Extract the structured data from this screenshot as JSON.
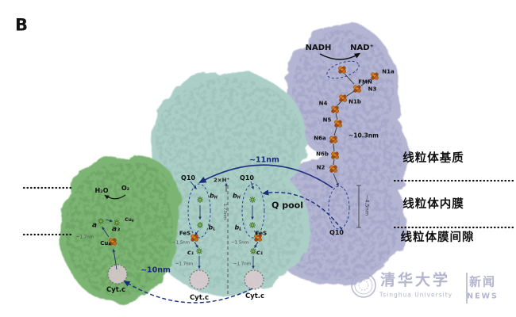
{
  "panel": {
    "label": "B"
  },
  "membrane": {
    "matrix": "线粒体基质",
    "inner": "线粒体内膜",
    "intermembrane": "线粒体膜间隙"
  },
  "complex1": {
    "nadh": "NADH",
    "nad": "NAD⁺",
    "fmn": "FMN",
    "n1a": "N1a",
    "n3": "N3",
    "n1b": "N1b",
    "n4": "N4",
    "n5": "N5",
    "n6a": "N6a",
    "n6b": "N6b",
    "n2": "N2",
    "arm_length": "~10.3nm",
    "q10": "Q10",
    "q10_depth": "~4.5nm"
  },
  "complex3": {
    "q10_left": "Q10",
    "q10_right": "Q10",
    "q_pool": "Q pool",
    "protons": "2×H⁺",
    "heme_bh_base": "b",
    "heme_bh_sub": "H",
    "heme_bl_base": "b",
    "heme_bl_sub": "L",
    "fes": "FeS",
    "c1": "c₁",
    "d_hemes": "1.73nm",
    "d_fes": "~1.5nm",
    "d_cytc": "~1.7nm",
    "cytc": "Cyt.c"
  },
  "complex4": {
    "h2o": "H₂O",
    "o2": "O₂",
    "heme_a": "a",
    "heme_a3": "a₃",
    "cua_base": "Cu",
    "cua_sub": "A",
    "cub_base": "Cu",
    "cub_sub": "B",
    "d_cua": "~1.7nm",
    "cytc": "Cyt.c"
  },
  "distances": {
    "q_channel": "~11nm",
    "cytc_shuttle": "~10nm"
  },
  "watermark": {
    "university_cn": "清华大学",
    "university_en": "Tsinghua University",
    "news_cn": "新闻",
    "news_en": "NEWS"
  },
  "colors": {
    "complex1_fill": "#b3b5d3",
    "complex3_fill": "#abcfc7",
    "complex4_fill": "#7cb573",
    "arrow_blue": "#1c2c7c",
    "cluster_orange": "#cf7a1d",
    "heme_green": "#3c7a31",
    "watermark": "#a9aac6"
  }
}
